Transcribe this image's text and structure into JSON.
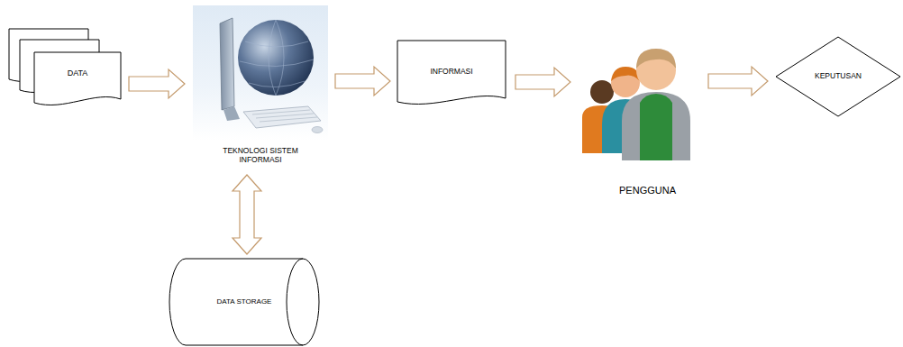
{
  "diagram": {
    "nodes": [
      {
        "text": [
          "DATA"
        ]
      },
      {
        "text": [
          "TEKNOLOGI SISTEM INFORMASI"
        ]
      },
      {
        "text": [
          "INFORMASI"
        ]
      },
      {
        "text": [
          "PENGGUNA"
        ]
      },
      {
        "text": [
          "KEPUTUSAN"
        ]
      },
      {
        "text": [
          "DATA STORAGE"
        ]
      }
    ],
    "edges": [
      {
        "from": 0,
        "to": 1,
        "arrow": "to"
      },
      {
        "from": 1,
        "to": 2,
        "arrow": "to"
      },
      {
        "from": 2,
        "to": 3,
        "arrow": "to"
      },
      {
        "from": 3,
        "to": 4,
        "arrow": "to"
      },
      {
        "from": 1,
        "to": 5,
        "arrow": "both"
      }
    ]
  }
}
